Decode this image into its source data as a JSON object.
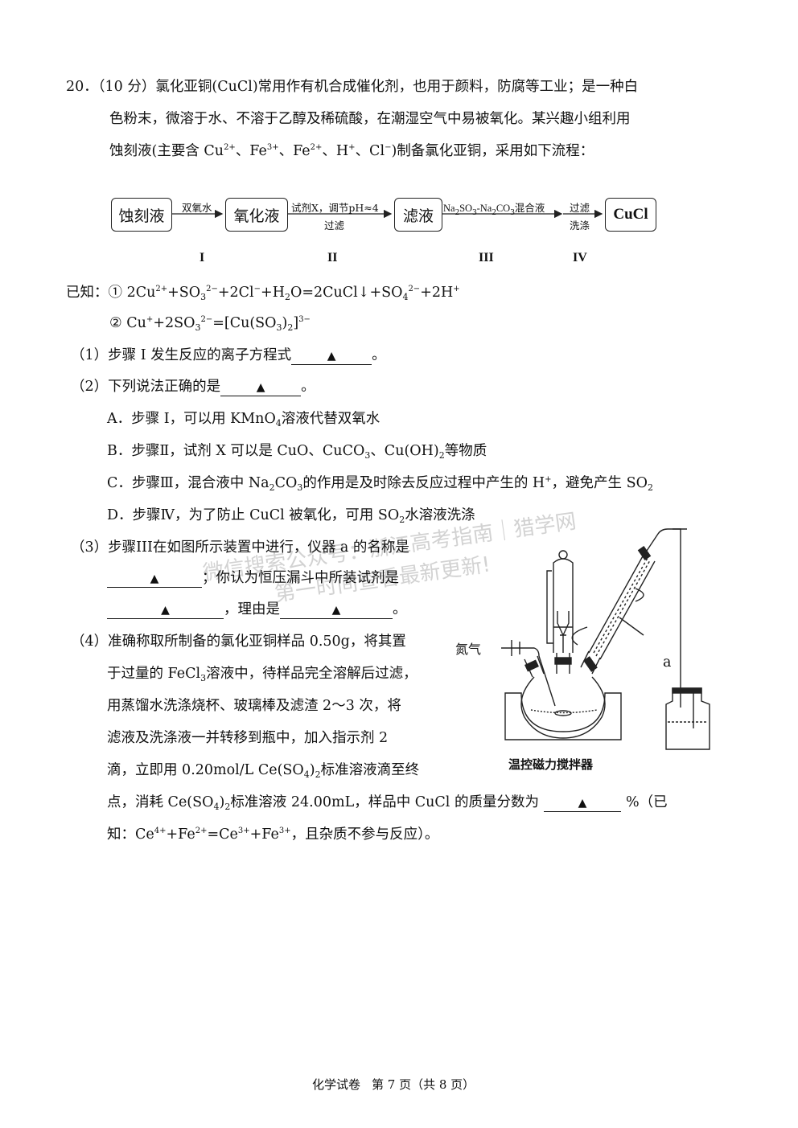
{
  "question": {
    "number": "20．",
    "score": "（10 分）",
    "intro_line1_a": "氯化亚铜(CuCl)常用作有机合成催化剂，也用于颜料，防腐等工业；是一种白",
    "intro_line2": "色粉末，微溶于水、不溶于乙醇及稀硫酸，在潮湿空气中易被氧化。某兴趣小组利用",
    "intro_line3_a": "蚀刻液(主要含 Cu",
    "intro_line3_b": "、Fe",
    "intro_line3_c": "、Fe",
    "intro_line3_d": "、H",
    "intro_line3_e": "、Cl",
    "intro_line3_f": ")制备氯化亚铜，采用如下流程：",
    "sup_2plus": "2+",
    "sup_3plus": "3+",
    "sup_plus": "+",
    "sup_minus": "−"
  },
  "flow": {
    "box1": "蚀刻液",
    "box2": "氧化液",
    "box3": "滤液",
    "box4": "CuCl",
    "arrow1_top": "双氧水",
    "arrow2_top": "试剂X，调节pH≈4",
    "arrow2_bottom": "过滤",
    "arrow3_top_a": "Na",
    "arrow3_top_b": "SO",
    "arrow3_top_c": "-Na",
    "arrow3_top_d": "CO",
    "arrow3_top_e": "混合液",
    "arrow4_top": "过滤",
    "arrow4_bottom": "洗涤",
    "steps": [
      "I",
      "II",
      "III",
      "IV"
    ]
  },
  "known": {
    "label": "已知：",
    "eq1_prefix": "① 2Cu",
    "eq1_mid1": "+SO",
    "eq1_mid2": "+2Cl",
    "eq1_mid3": "+H",
    "eq1_mid4": "O=2CuCl↓+SO",
    "eq1_mid5": "+2H",
    "eq2_prefix": "② Cu",
    "eq2_mid1": "+2SO",
    "eq2_mid2": "=[Cu(SO",
    "eq2_mid3": ")",
    "eq2_mid4": "]",
    "sup_2minus": "2−",
    "sup_3minus": "3−",
    "sub_2": "2",
    "sub_3": "3",
    "sub_4": "4"
  },
  "blank_mark": "▲",
  "q1": {
    "text_a": "（1）步骤 I 发生反应的离子方程式",
    "text_b": "。"
  },
  "q2": {
    "text_a": "（2）下列说法正确的是",
    "text_b": "。",
    "optA_a": "A．步骤 I，可以用 KMnO",
    "optA_b": "溶液代替双氧水",
    "optB_a": "B．步骤Ⅱ，试剂 X 可以是 CuO、CuCO",
    "optB_b": "、Cu(OH)",
    "optB_c": "等物质",
    "optC_a": "C．步骤Ⅲ，混合液中 Na",
    "optC_b": "CO",
    "optC_c": "的作用是及时除去反应过程中产生的 H",
    "optC_d": "，避免产生 SO",
    "optD_a": "D．步骤Ⅳ，为了防止 CuCl 被氧化，可用 SO",
    "optD_b": "水溶液洗涤"
  },
  "q3": {
    "line1": "（3）步骤III在如图所示装置中进行，仪器 a 的名称是",
    "line2_b": "；你认为恒压漏斗中所装试剂是",
    "line3_b": "，理由是",
    "line3_c": "。"
  },
  "q4": {
    "line1": "（4）准确称取所制备的氯化亚铜样品 0.50g，将其置",
    "line2_a": "于过量的 FeCl",
    "line2_b": "溶液中，待样品完全溶解后过滤，",
    "line3": "用蒸馏水洗涤烧杯、玻璃棒及滤渣 2～3 次，将",
    "line4": "滤液及洗涤液一并转移到瓶中，加入指示剂 2",
    "line5_a": "滴，立即用 0.20mol/L Ce(SO",
    "line5_b": ")",
    "line5_c": "标准溶液滴至终",
    "line6_a": "点，消耗 Ce(SO",
    "line6_b": ")",
    "line6_c": "标准溶液 24.00mL，样品中 CuCl 的质量分数为",
    "line6_d": "%（已",
    "line7_a": "知：Ce",
    "line7_b": "+Fe",
    "line7_c": "=Ce",
    "line7_d": "+Fe",
    "line7_e": "，且杂质不参与反应）。",
    "sup_4plus": "4+"
  },
  "figure": {
    "nitrogen_label": "氮气",
    "a_label": "a",
    "caption": "温控磁力搅拌器"
  },
  "watermark": {
    "line1": "微信搜索公众号：浙江高考指南｜猎学网",
    "line2": "第一时间查看最新更新!"
  },
  "footer": {
    "subject": "化学试卷",
    "page": "第 7 页（共 8 页）"
  }
}
